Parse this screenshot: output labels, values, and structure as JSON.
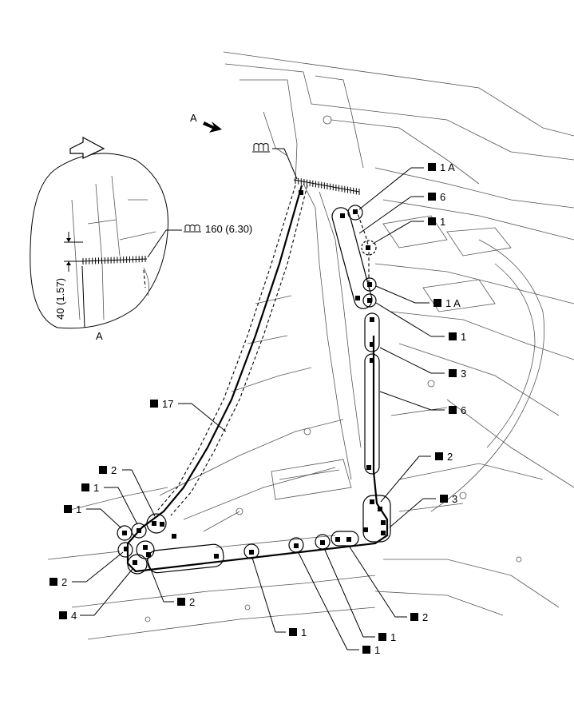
{
  "view_arrow": {
    "letter": "A"
  },
  "inset": {
    "title": "A",
    "dimension_label": "160 (6.30)",
    "side_dimension": "40 (1.57)"
  },
  "callouts": {
    "top_1A": "1 A",
    "six_a": "6",
    "one_a": "1",
    "mid_1A": "1 A",
    "one_b": "1",
    "three_a": "3",
    "six_b": "6",
    "two_a": "2",
    "three_b": "3",
    "two_b": "2",
    "one_c": "1",
    "one_d": "1",
    "one_e": "1",
    "two_c": "2",
    "four": "4",
    "two_d": "2",
    "seventeen": "17",
    "two_e": "2",
    "one_f": "1",
    "one_g": "1"
  },
  "colors": {
    "line": "#000000",
    "background": "#ffffff"
  }
}
